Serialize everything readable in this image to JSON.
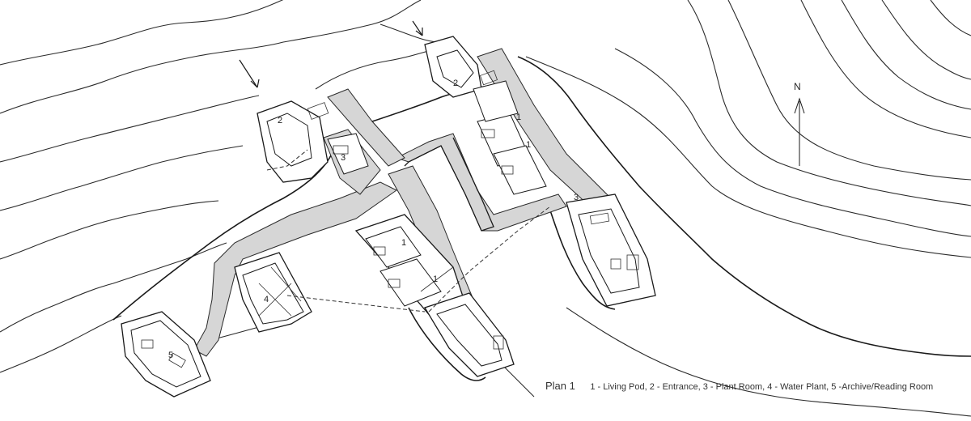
{
  "plan": {
    "title": "Plan 1",
    "legend": "1 - Living Pod, 2 - Entrance, 3 - Plant Room, 4 - Water Plant, 5 -Archive/Reading Room"
  },
  "north_label": "N",
  "labels": {
    "entrance": "2",
    "plant_room": "3",
    "living_pod": "1",
    "water_plant": "4",
    "archive": "5"
  }
}
